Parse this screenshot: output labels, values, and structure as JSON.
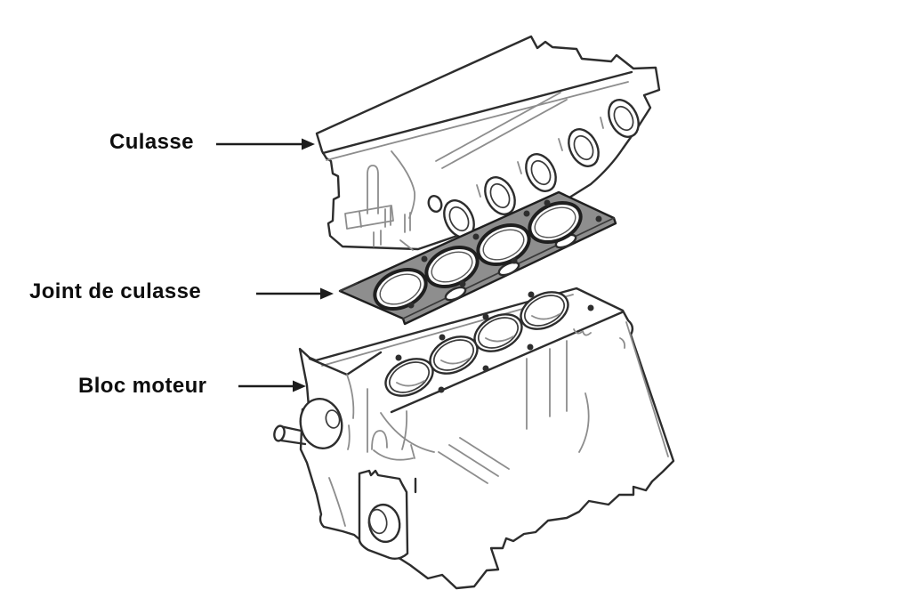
{
  "page": {
    "kind": "exploded engine assembly diagram",
    "background": "#ffffff"
  },
  "colors": {
    "line": "#2d2d2d",
    "label_text": "#0d0d0d",
    "gasket_fill": "#8e8e8e",
    "background": "#ffffff"
  },
  "labels": [
    {
      "text": "Culasse",
      "part": "cylinder-head"
    },
    {
      "text": "Joint de culasse",
      "part": "head-gasket"
    },
    {
      "text": "Bloc moteur",
      "part": "engine-block"
    }
  ],
  "parts": [
    {
      "id": "cylinder-head",
      "label": "Culasse"
    },
    {
      "id": "head-gasket",
      "label": "Joint de culasse"
    },
    {
      "id": "engine-block",
      "label": "Bloc moteur"
    }
  ]
}
